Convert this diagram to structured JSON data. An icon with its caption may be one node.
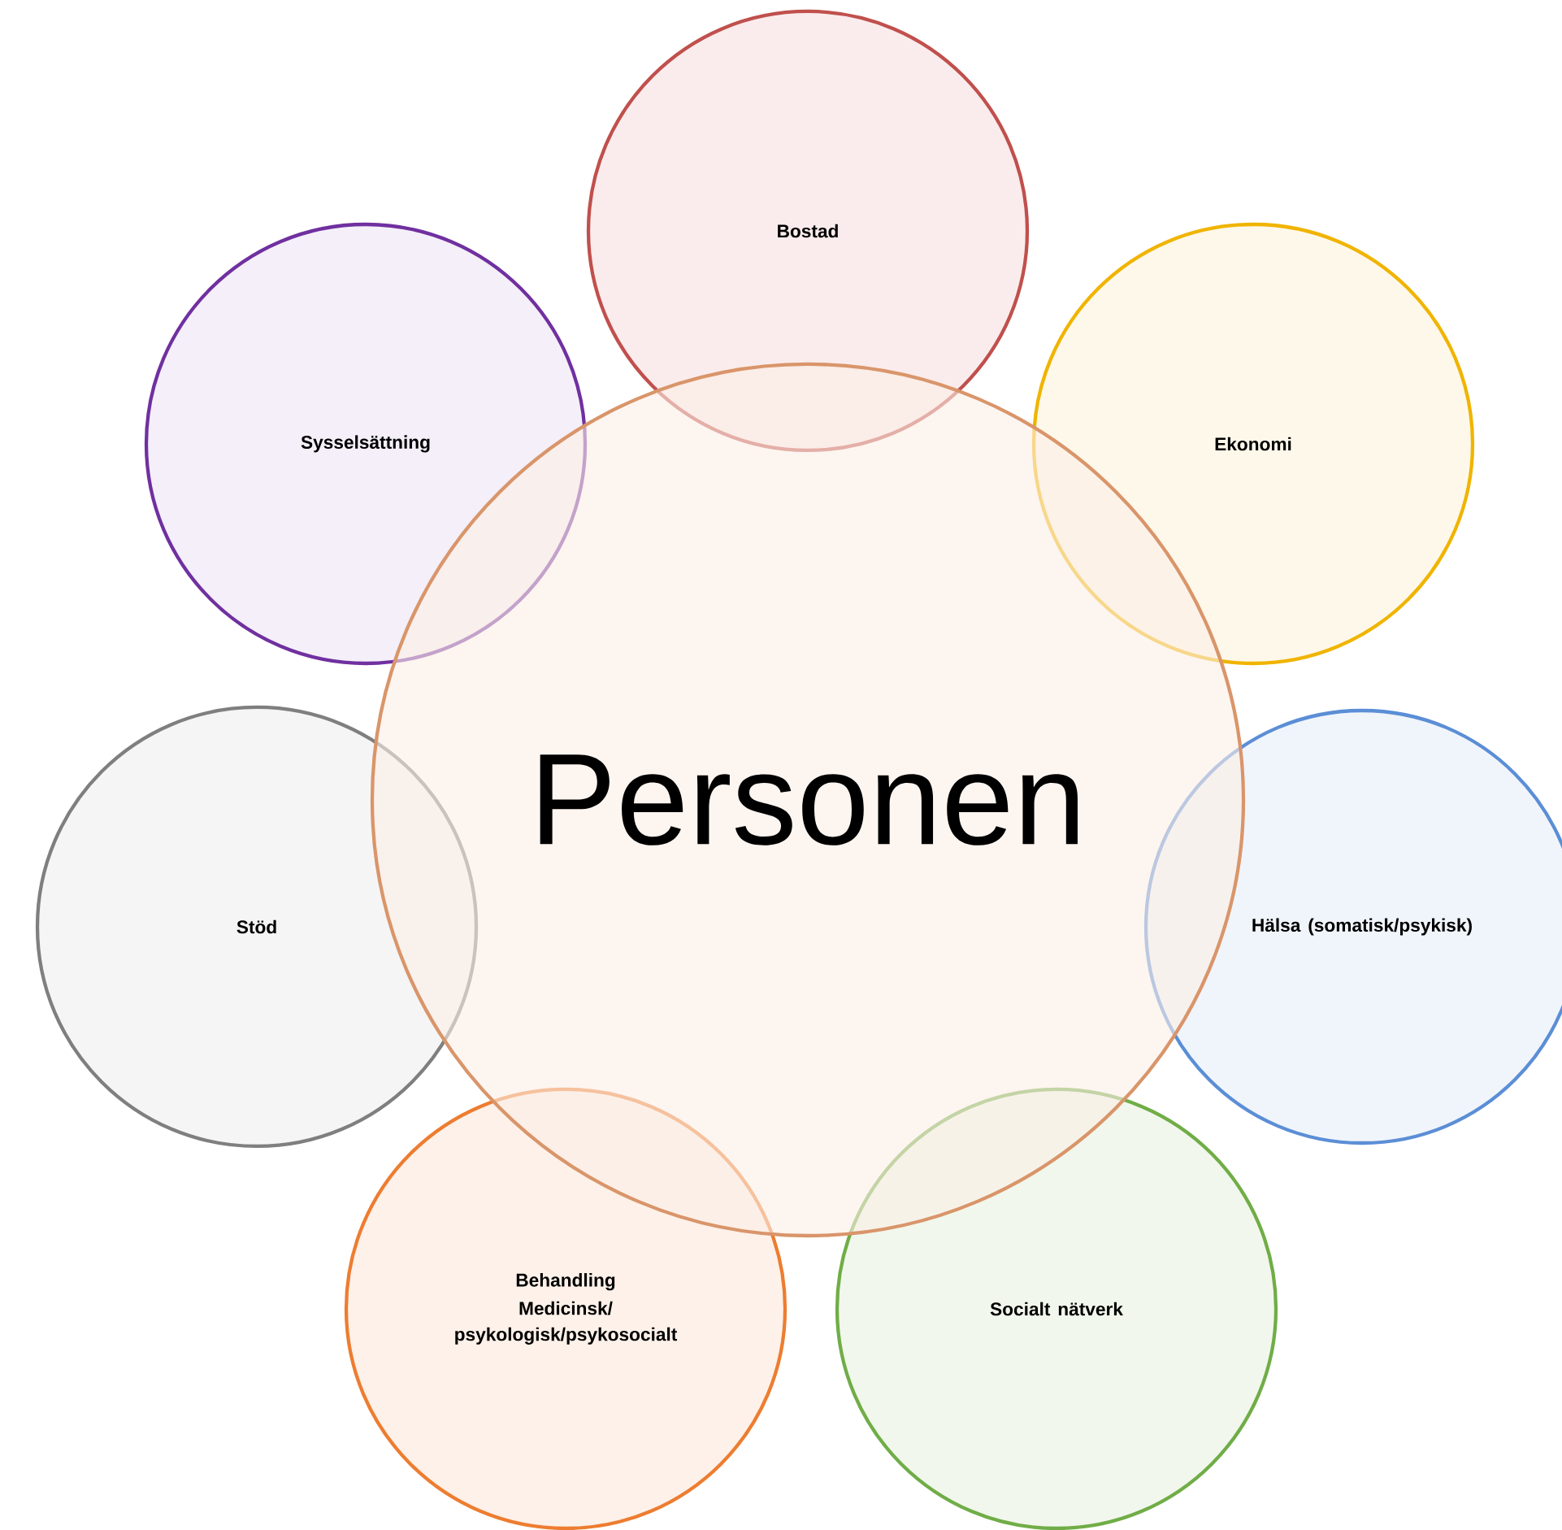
{
  "diagram": {
    "nodes": [
      {
        "text": [
          "Bostad"
        ]
      },
      {
        "text": [
          "Sysselsättning"
        ]
      },
      {
        "text": [
          "Ekonomi"
        ]
      },
      {
        "text": [
          "Personen"
        ]
      },
      {
        "text": [
          "Stöd"
        ]
      },
      {
        "text": [
          "Hälsa (somatisk/psykisk)"
        ]
      },
      {
        "text": [
          "Behandling",
          "Medicinsk/ psykologisk/psykosocialt"
        ]
      },
      {
        "text": [
          "Socialt nätverk"
        ]
      }
    ]
  }
}
